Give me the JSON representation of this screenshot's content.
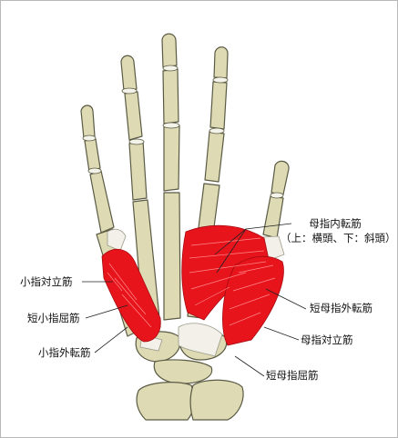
{
  "colors": {
    "bone": "#dedbb4",
    "bone_outline": "#5a5a44",
    "muscle": "#e8141c",
    "muscle_line": "#ff8a8a",
    "tendon": "#f2f0e8"
  },
  "labels": {
    "adductor_pollicis": "母指内転筋",
    "adductor_pollicis_note": "（上：横頭、下：斜頭）",
    "opponens_digiti_minimi": "小指対立筋",
    "flexor_digiti_minimi_brevis": "短小指屈筋",
    "abductor_digiti_minimi": "小指外転筋",
    "abductor_pollicis_brevis": "短母指外転筋",
    "opponens_pollicis": "母指対立筋",
    "flexor_pollicis_brevis": "短母指屈筋"
  }
}
